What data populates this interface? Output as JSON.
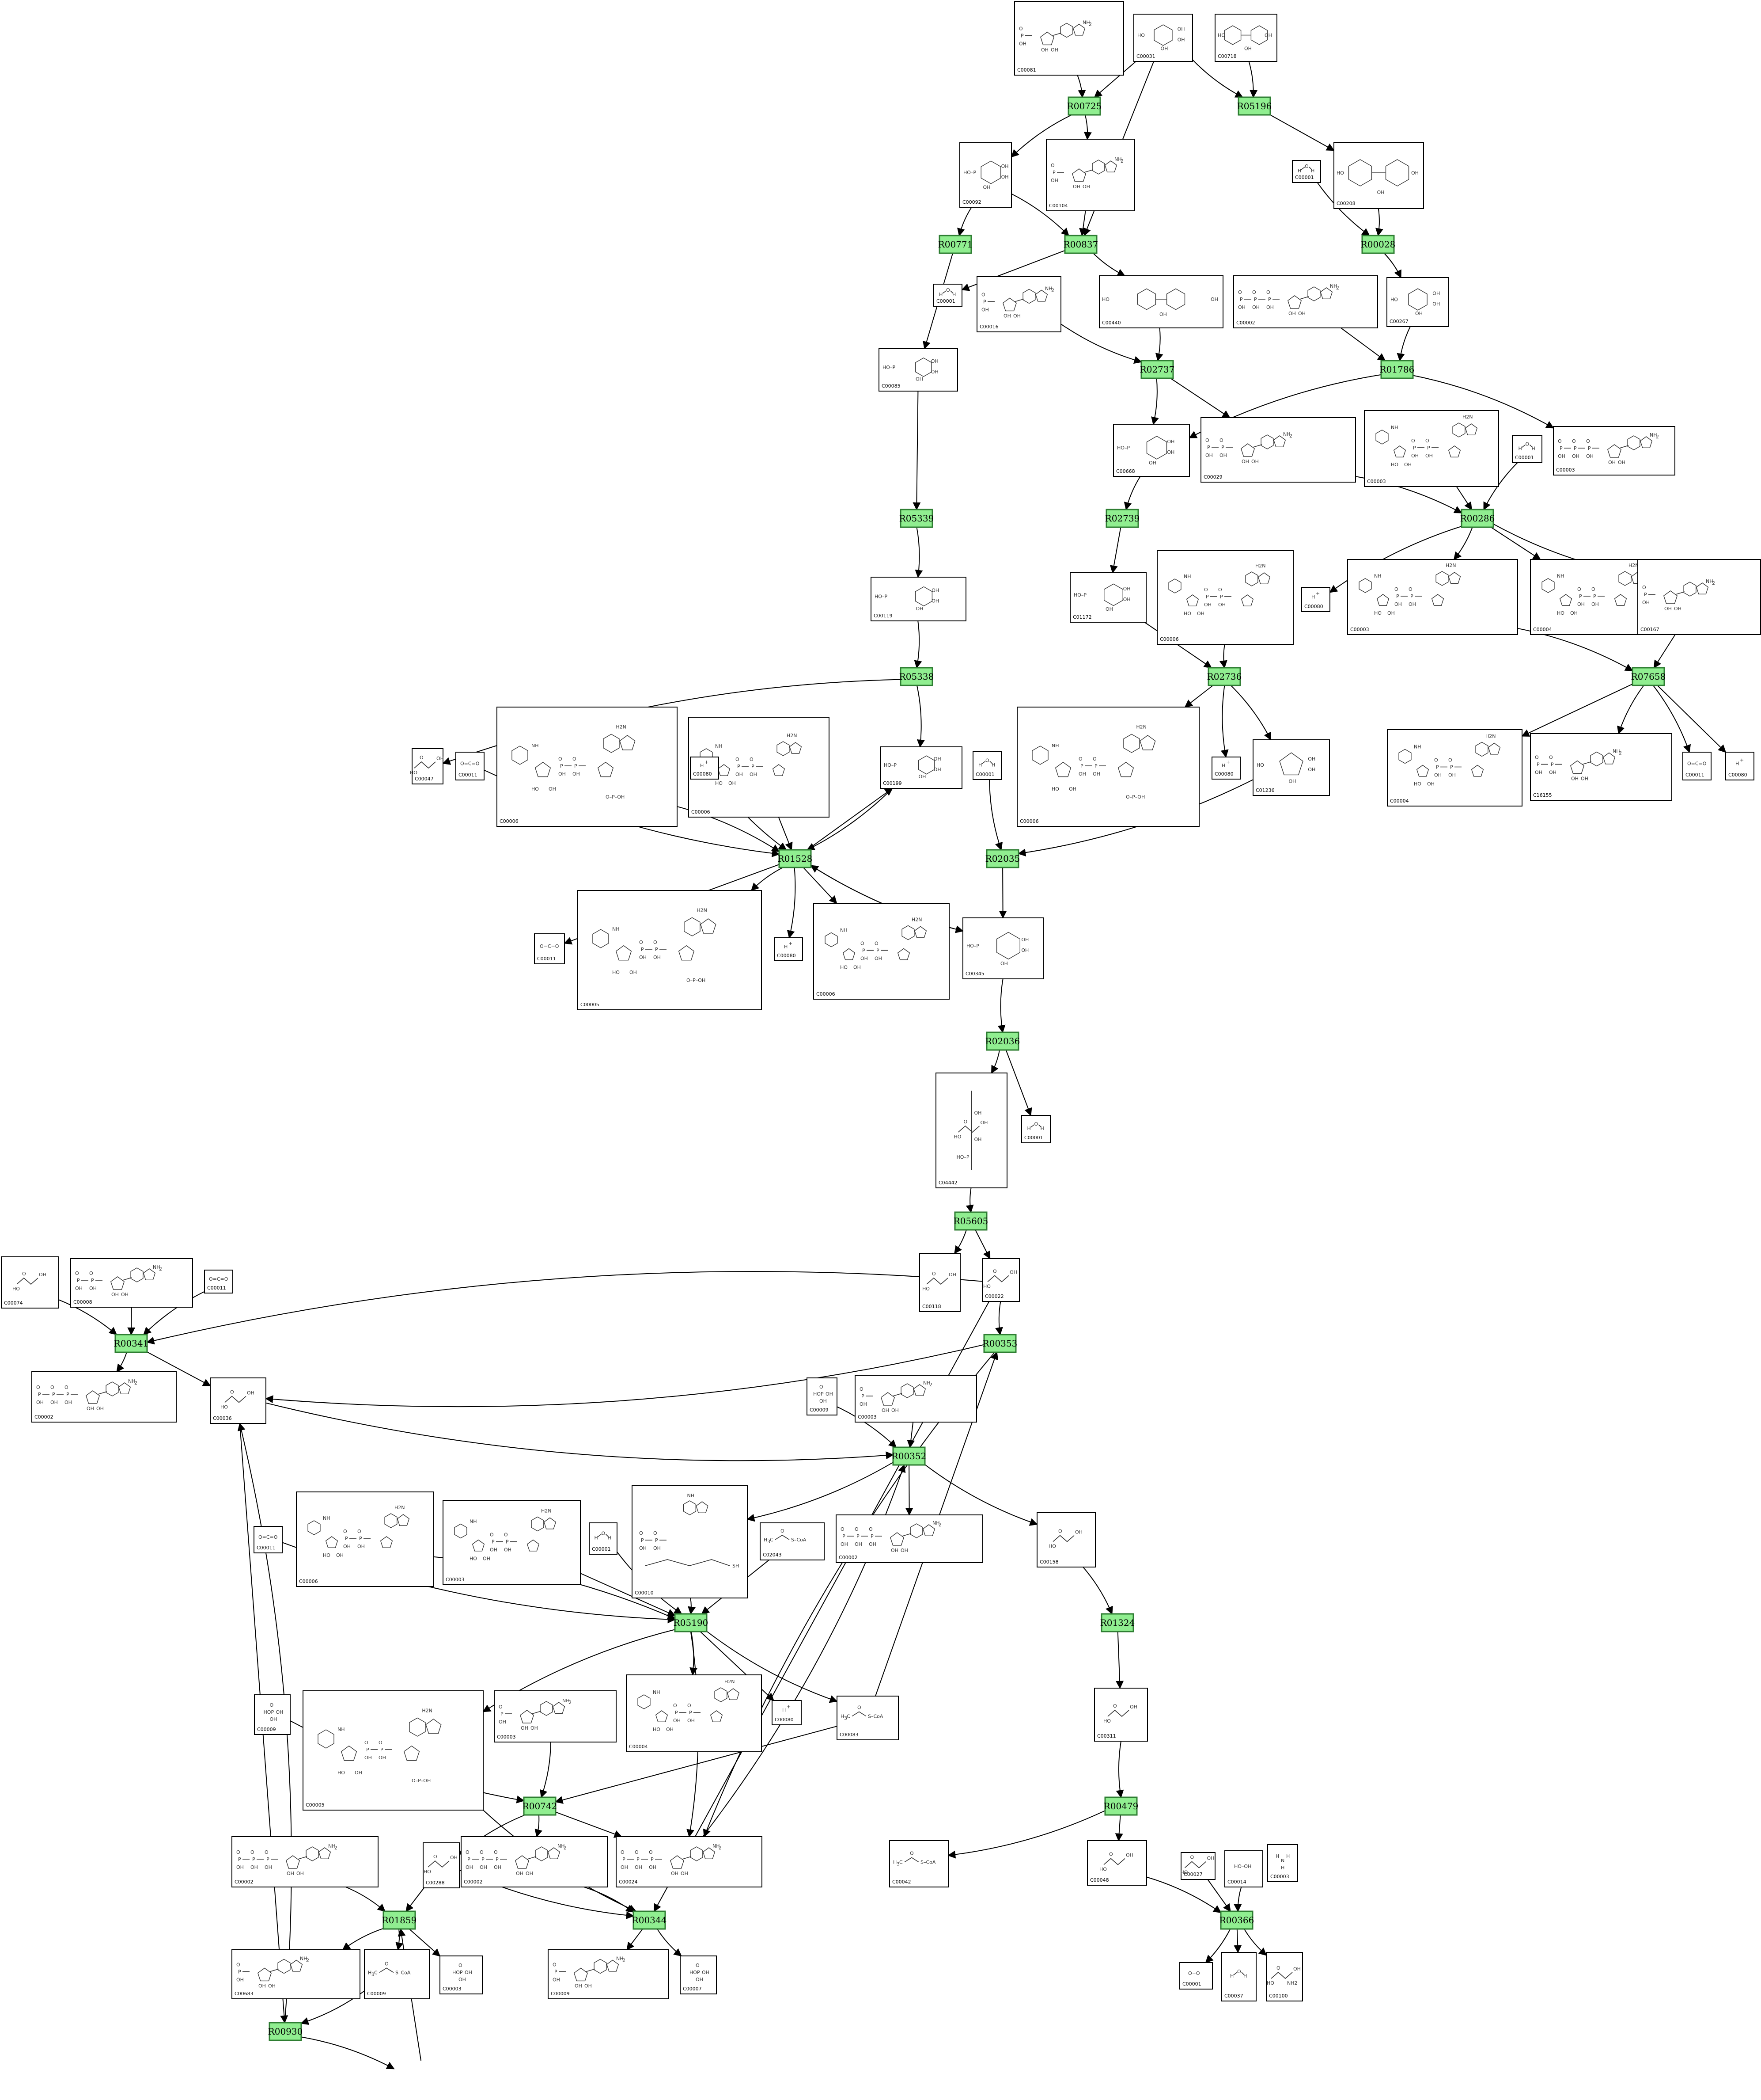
{
  "diagram": {
    "reactions": [
      {
        "id": "r1",
        "label": "R00725"
      },
      {
        "id": "r2",
        "label": "R05196"
      },
      {
        "id": "r3",
        "label": "R00771"
      },
      {
        "id": "r4",
        "label": "R00837"
      },
      {
        "id": "r5",
        "label": "R00028"
      },
      {
        "id": "r6",
        "label": "R02737"
      },
      {
        "id": "r7",
        "label": "R01786"
      },
      {
        "id": "r8",
        "label": "R05339"
      },
      {
        "id": "r9",
        "label": "R02739"
      },
      {
        "id": "r10",
        "label": "R00286"
      },
      {
        "id": "r11",
        "label": "R05338"
      },
      {
        "id": "r12",
        "label": "R02736"
      },
      {
        "id": "r13",
        "label": "R07658"
      },
      {
        "id": "r14",
        "label": "R01528"
      },
      {
        "id": "r15",
        "label": "R02035"
      },
      {
        "id": "r16",
        "label": "R02036"
      },
      {
        "id": "r17",
        "label": "R05605"
      },
      {
        "id": "r18",
        "label": "R00341"
      },
      {
        "id": "r19",
        "label": "R00353"
      },
      {
        "id": "r20",
        "label": "R00352"
      },
      {
        "id": "r21",
        "label": "R01324"
      },
      {
        "id": "r22",
        "label": "R05190"
      },
      {
        "id": "r23",
        "label": "R00742"
      },
      {
        "id": "r24",
        "label": "R00479"
      },
      {
        "id": "r25",
        "label": "R01859"
      },
      {
        "id": "r26",
        "label": "R00344"
      },
      {
        "id": "r27",
        "label": "R00366"
      },
      {
        "id": "r28",
        "label": "R00930"
      }
    ],
    "compounds": [
      {
        "id": "c1",
        "label": "C00081"
      },
      {
        "id": "c2",
        "label": "C00031"
      },
      {
        "id": "c3",
        "label": "C00718"
      },
      {
        "id": "c4",
        "label": "C00092"
      },
      {
        "id": "c5",
        "label": "C00104"
      },
      {
        "id": "c6",
        "label": "C00001"
      },
      {
        "id": "c7",
        "label": "C00208"
      },
      {
        "id": "c8",
        "label": "C00001"
      },
      {
        "id": "c9",
        "label": "C00016"
      },
      {
        "id": "c10",
        "label": "C00440"
      },
      {
        "id": "c11",
        "label": "C00002"
      },
      {
        "id": "c12",
        "label": "C00267"
      },
      {
        "id": "c13",
        "label": "C00085"
      },
      {
        "id": "c14",
        "label": "C00668"
      },
      {
        "id": "c15",
        "label": "C00029"
      },
      {
        "id": "c16",
        "label": "C00003"
      },
      {
        "id": "c17",
        "label": "C00001"
      },
      {
        "id": "c18",
        "label": "C00003"
      },
      {
        "id": "c19",
        "label": "C00119"
      },
      {
        "id": "c20",
        "label": "C01172"
      },
      {
        "id": "c21",
        "label": "C00006"
      },
      {
        "id": "c22",
        "label": "C00080"
      },
      {
        "id": "c23",
        "label": "C00003"
      },
      {
        "id": "c24",
        "label": "C00004"
      },
      {
        "id": "c25",
        "label": "C00167"
      },
      {
        "id": "c26",
        "label": "C00047"
      },
      {
        "id": "c27",
        "label": "C00011"
      },
      {
        "id": "c28",
        "label": "C00006"
      },
      {
        "id": "c29",
        "label": "C00006"
      },
      {
        "id": "c30",
        "label": "C00080"
      },
      {
        "id": "c31",
        "label": "C00199"
      },
      {
        "id": "c32",
        "label": "C00001"
      },
      {
        "id": "c33",
        "label": "C00006"
      },
      {
        "id": "c34",
        "label": "C00080"
      },
      {
        "id": "c35",
        "label": "C01236"
      },
      {
        "id": "c36",
        "label": "C00004"
      },
      {
        "id": "c37",
        "label": "C16155"
      },
      {
        "id": "c38",
        "label": "C00011"
      },
      {
        "id": "c39",
        "label": "C00080"
      },
      {
        "id": "c40",
        "label": "C00011"
      },
      {
        "id": "c41",
        "label": "C00005"
      },
      {
        "id": "c42",
        "label": "C00080"
      },
      {
        "id": "c43",
        "label": "C00006"
      },
      {
        "id": "c44",
        "label": "C00345"
      },
      {
        "id": "c45",
        "label": "C04442"
      },
      {
        "id": "c46",
        "label": "C00001"
      },
      {
        "id": "c47",
        "label": "C00118"
      },
      {
        "id": "c48",
        "label": "C00022"
      },
      {
        "id": "c49",
        "label": "C00074"
      },
      {
        "id": "c50",
        "label": "C00008"
      },
      {
        "id": "c51",
        "label": "C00011"
      },
      {
        "id": "c52",
        "label": "C00002"
      },
      {
        "id": "c53",
        "label": "C00036"
      },
      {
        "id": "c54",
        "label": "C00009"
      },
      {
        "id": "c55",
        "label": "C00003"
      },
      {
        "id": "c56",
        "label": "C00011"
      },
      {
        "id": "c57",
        "label": "C00006"
      },
      {
        "id": "c58",
        "label": "C00003"
      },
      {
        "id": "c59",
        "label": "C00001"
      },
      {
        "id": "c60",
        "label": "C00010"
      },
      {
        "id": "c61",
        "label": "C02043"
      },
      {
        "id": "c62",
        "label": "C00002"
      },
      {
        "id": "c63",
        "label": "C00158"
      },
      {
        "id": "c64",
        "label": "C00009"
      },
      {
        "id": "c65",
        "label": "C00005"
      },
      {
        "id": "c66",
        "label": "C00003"
      },
      {
        "id": "c67",
        "label": "C00004"
      },
      {
        "id": "c68",
        "label": "C00080"
      },
      {
        "id": "c69",
        "label": "C00083"
      },
      {
        "id": "c70",
        "label": "C00311"
      },
      {
        "id": "c71",
        "label": "C00001"
      },
      {
        "id": "c72",
        "label": "C00288"
      },
      {
        "id": "c73",
        "label": "C00002"
      },
      {
        "id": "c74",
        "label": "C00002"
      },
      {
        "id": "c75",
        "label": "C00024"
      },
      {
        "id": "c76",
        "label": "C00042"
      },
      {
        "id": "c77",
        "label": "C00048"
      },
      {
        "id": "c78",
        "label": "C00027"
      },
      {
        "id": "c79",
        "label": "C00014"
      },
      {
        "id": "c80",
        "label": "C00003"
      },
      {
        "id": "c81",
        "label": "C00683"
      },
      {
        "id": "c82",
        "label": "C00009"
      },
      {
        "id": "c83",
        "label": "C00003"
      },
      {
        "id": "c84",
        "label": "C00009"
      },
      {
        "id": "c85",
        "label": "C00007"
      },
      {
        "id": "c86",
        "label": "C00001"
      },
      {
        "id": "c87",
        "label": "C00037"
      },
      {
        "id": "c88",
        "label": "C00100"
      }
    ],
    "formula_glyphs": {
      "water_o": "O",
      "water_h": "H",
      "proton": "H",
      "proton_sup": "+",
      "co2": "O=C=O",
      "o2": "O=O",
      "h2o2": "HO–OH",
      "nitrogen_n": "N",
      "phosphate_p": "P",
      "hydroxyl": "OH",
      "amine": "NH",
      "amine_sub": "2",
      "methyl": "H",
      "methyl_sub": "3",
      "methyl_c": "C",
      "coa_s": "S–CoA",
      "carbonyl_o": "O",
      "carboxyl": "HO",
      "thiol": "SH"
    }
  }
}
